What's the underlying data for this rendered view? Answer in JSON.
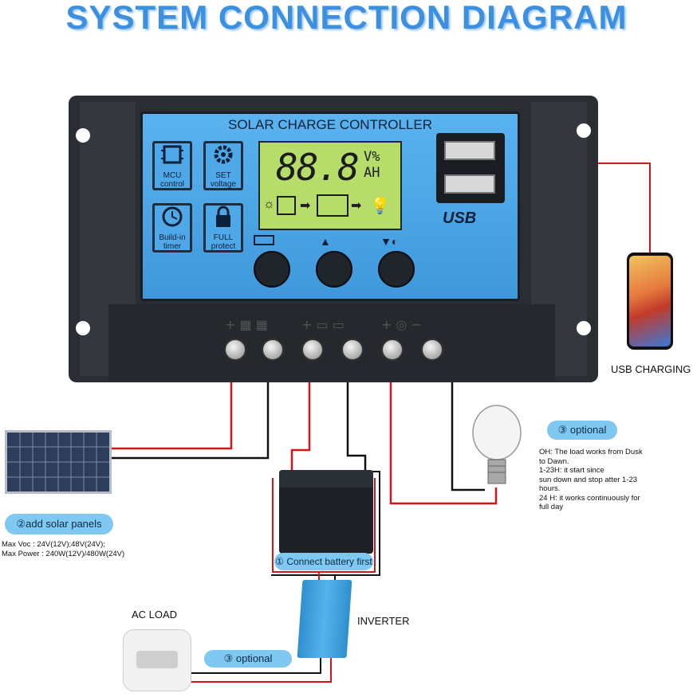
{
  "title": "SYSTEM CONNECTION DIAGRAM",
  "controller": {
    "panel_title": "SOLAR CHARGE CONTROLLER",
    "features": [
      {
        "icon": "chip-icon",
        "label1": "MCU",
        "label2": "control"
      },
      {
        "icon": "gear-icon",
        "label1": "SET",
        "label2": "voltage"
      },
      {
        "icon": "clock-icon",
        "label1": "Build-in",
        "label2": "timer"
      },
      {
        "icon": "lock-icon",
        "label1": "FULL",
        "label2": "protect"
      }
    ],
    "lcd": {
      "digits": "88.8",
      "unit_top": "V%",
      "unit_bottom": "AH"
    },
    "usb_label": "USB"
  },
  "labels": {
    "usb_charging": "USB CHARGING",
    "optional_load": "③ optional",
    "load_notes": [
      "OH: The load works from Dusk",
      "to Dawn.",
      "1-23H: it start since",
      "sun down and stop atter 1-23",
      "hours.",
      "24 H: it works continuously for",
      "full day"
    ],
    "solar": "②add solar panels",
    "solar_specs": [
      "Max  Voc : 24V(12V);48V(24V);",
      "Max  Power : 240W(12V)/480W(24V)"
    ],
    "battery": "① Connect battery first",
    "inverter": "INVERTER",
    "ac_load": "AC LOAD",
    "optional_inverter": "③ optional"
  },
  "colors": {
    "wire_red": "#d0171c",
    "wire_black": "#111111",
    "pill": "#7ec8f2",
    "title": "#3d8fe0"
  }
}
